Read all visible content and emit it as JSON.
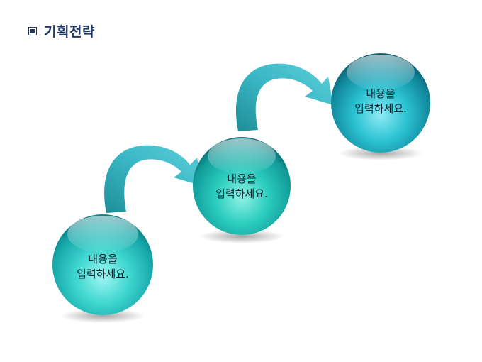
{
  "header": {
    "title": "기획전략",
    "icon": "square-bullet-icon"
  },
  "steps": [
    {
      "line1": "내용을",
      "line2": "입력하세요."
    },
    {
      "line1": "내용을",
      "line2": "입력하세요."
    },
    {
      "line1": "내용을",
      "line2": "입력하세요."
    }
  ],
  "colors": {
    "title": "#1f3a68",
    "ball_light": "#7af0f0",
    "ball_mid": "#1ec7c7",
    "ball_dark": "#0a7d85",
    "arrow": "#2fa8b8"
  }
}
